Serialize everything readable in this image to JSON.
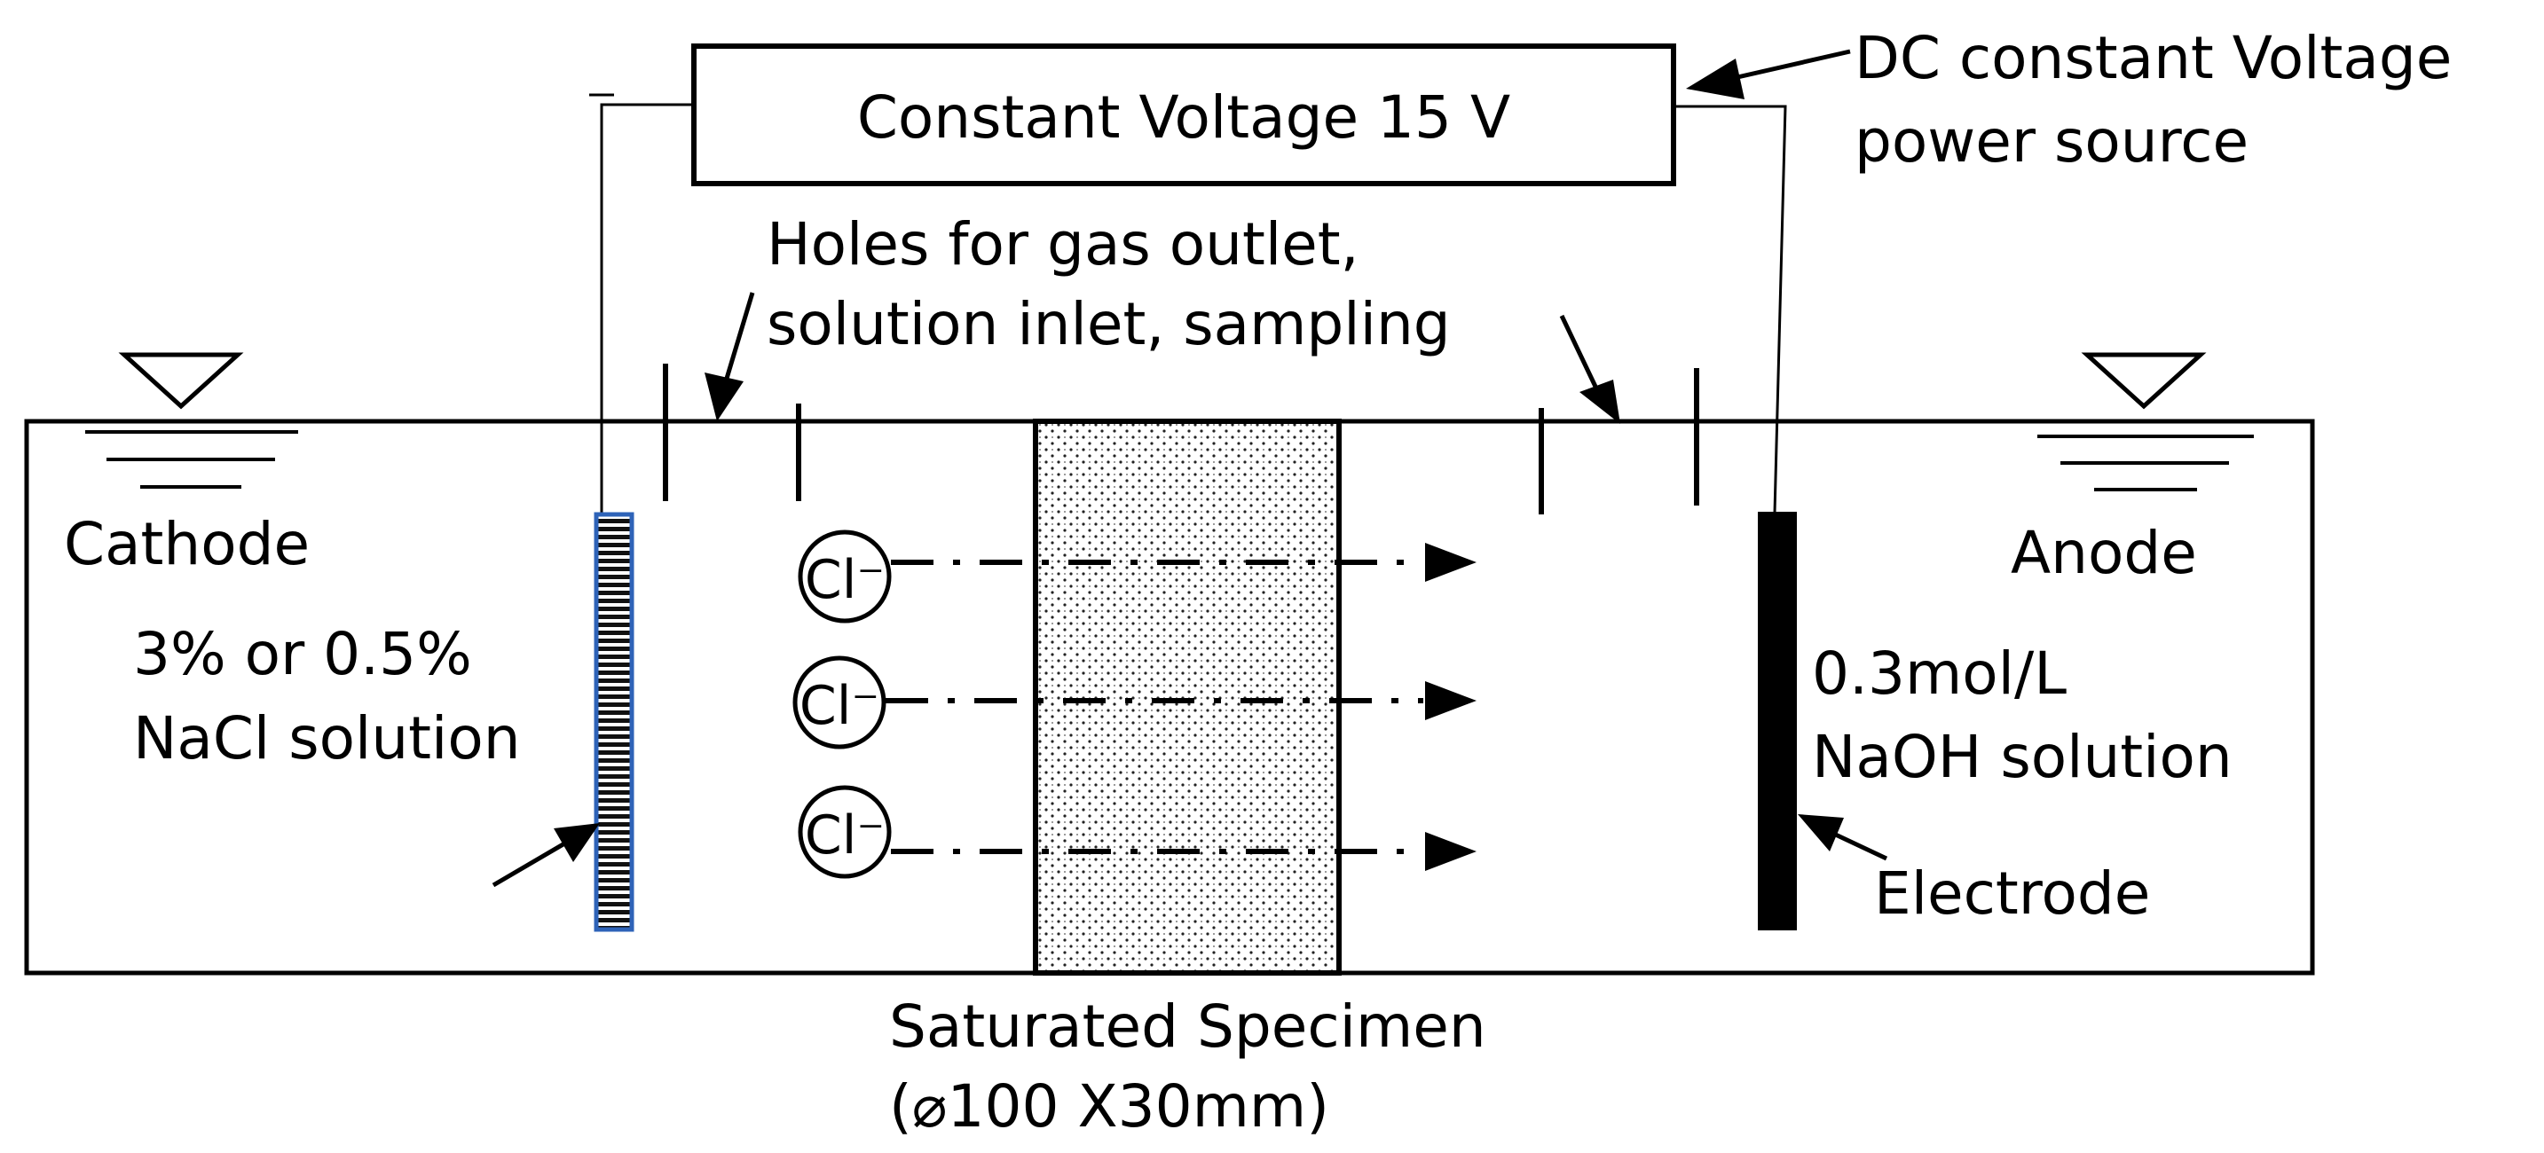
{
  "power_source": {
    "box_label": "Constant Voltage 15 V",
    "callout_line1": "DC constant Voltage",
    "callout_line2": "power source"
  },
  "holes": {
    "line1": "Holes for gas outlet,",
    "line2": "solution inlet, sampling"
  },
  "cathode_side": {
    "title": "Cathode",
    "solution_line1": "3% or 0.5%",
    "solution_line2": "NaCl solution"
  },
  "anode_side": {
    "title": "Anode",
    "solution_line1": "0.3mol/L",
    "solution_line2": "NaOH solution",
    "electrode_label": "Electrode"
  },
  "ions": [
    "Cl⁻",
    "Cl⁻",
    "Cl⁻"
  ],
  "specimen": {
    "line1": "Saturated Specimen",
    "line2": "(⌀100 X30mm)"
  },
  "colors": {
    "cathode_outline": "#2e63b8",
    "line": "#000000"
  },
  "icons": [
    "water-level-symbol",
    "arrow",
    "chloride-ion-circle"
  ]
}
